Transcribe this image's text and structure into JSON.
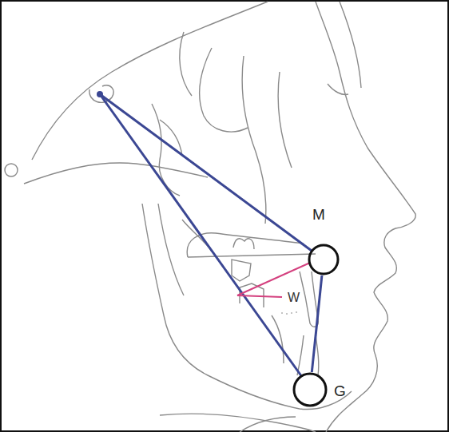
{
  "diagram": {
    "nodes": [
      {
        "text": [
          "M"
        ]
      },
      {
        "text": [
          "G"
        ]
      }
    ],
    "edges": [
      {
        "from": 0,
        "to": 1,
        "arrow": "none"
      }
    ],
    "labels": [
      "W"
    ]
  }
}
